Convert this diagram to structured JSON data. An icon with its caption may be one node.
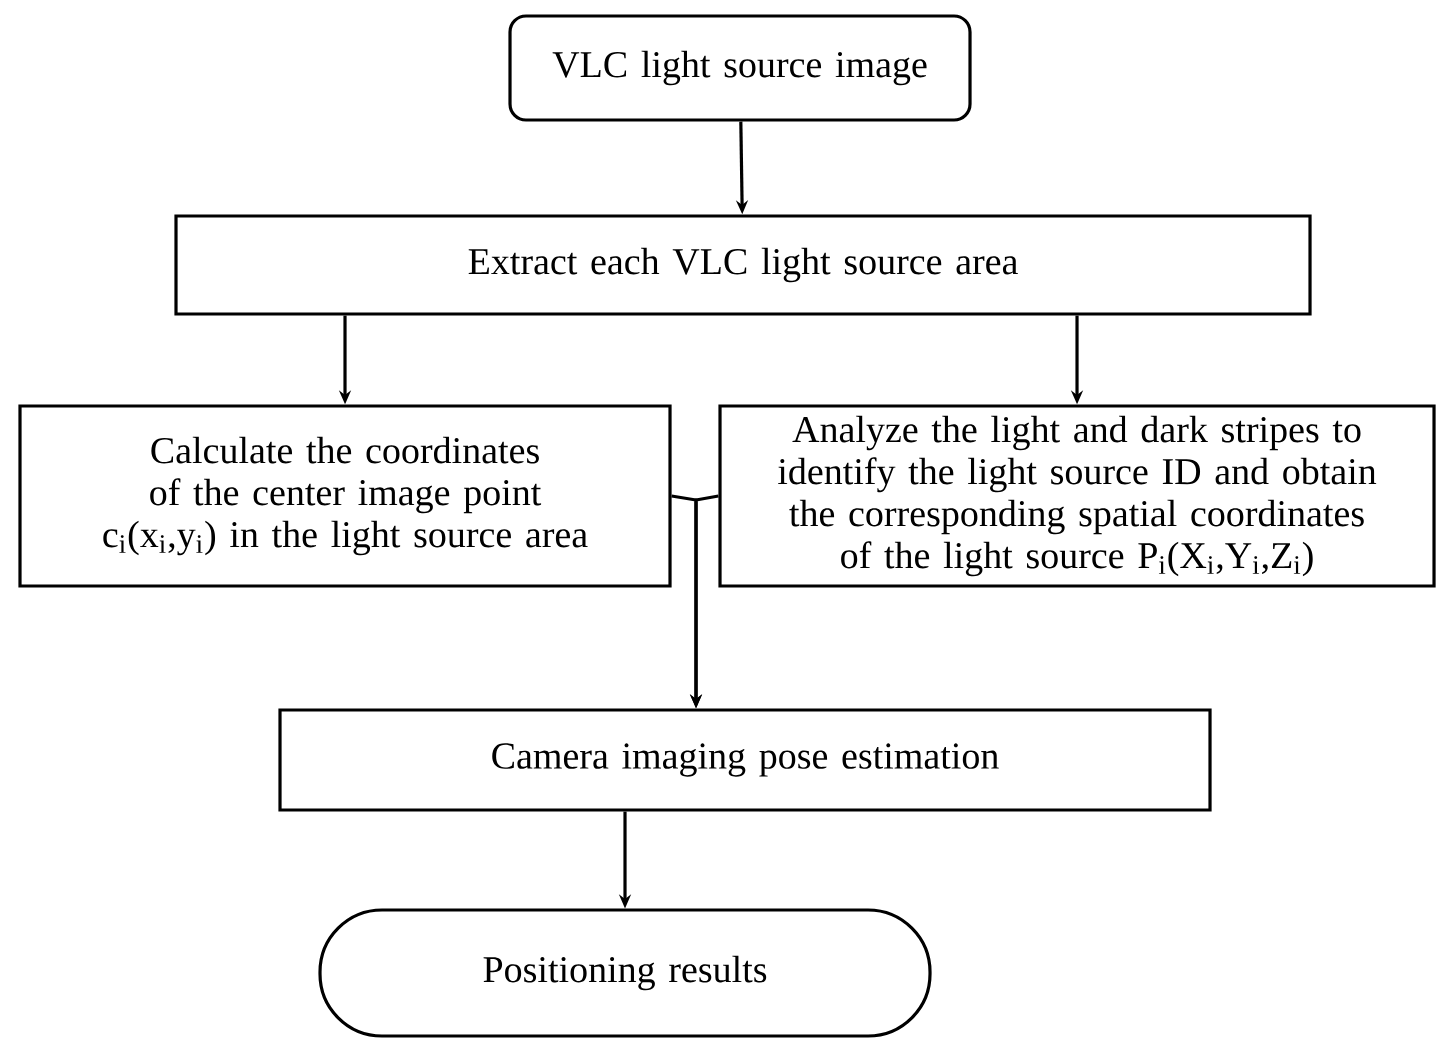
{
  "diagram": {
    "nodes": [
      {
        "text": [
          "VLC light source image"
        ]
      },
      {
        "text": [
          "Extract each VLC light source area"
        ]
      },
      {
        "text": [
          "Calculate the coordinates of the center image point c$_{i}$(x$_{i}$,y$_{i}$) in the light source area"
        ]
      },
      {
        "text": [
          "Analyze the light and dark stripes to identify the light source ID and obtain the corresponding spatial coordinates of the light source P$_{i}$(X$_{i}$,Y$_{i}$,Z$_{i}$)"
        ]
      },
      {
        "text": [
          "Camera imaging pose estimation"
        ]
      },
      {
        "text": [
          "Positioning results"
        ]
      }
    ],
    "edges": [
      {
        "from": 0,
        "to": 1,
        "arrow": "to"
      },
      {
        "from": 1,
        "to": 2,
        "arrow": "to"
      },
      {
        "from": 1,
        "to": 3,
        "arrow": "to"
      },
      {
        "from": 2,
        "to": 4,
        "arrow": "to"
      },
      {
        "from": 3,
        "to": 4,
        "arrow": "to"
      },
      {
        "from": 4,
        "to": 5,
        "arrow": "to"
      }
    ]
  }
}
